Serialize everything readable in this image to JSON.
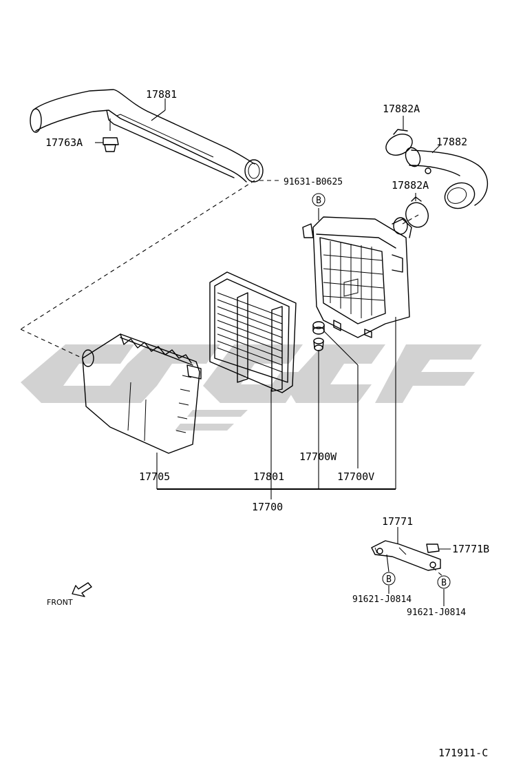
{
  "parts": {
    "intake_hose": "17881",
    "grommet": "17763A",
    "bolt_spec": "91631-B0625",
    "clamp_upper": "17882A",
    "outlet_hose": "17882",
    "clamp_lower": "17882A",
    "cap_sub": "17705",
    "filter_element": "17801",
    "grommet_w": "17700W",
    "grommet_v": "17700V",
    "cleaner_assy": "17700",
    "bracket": "17771",
    "bracket_nut": "17771B",
    "bolt_left": "91621-J0814",
    "bolt_right": "91621-J0814"
  },
  "callouts": {
    "b1": "B",
    "b2": "B",
    "b3": "B"
  },
  "front_label": "FRONT",
  "diagram_id": "171911-C",
  "colors": {
    "lines": "#000000",
    "watermark": "#d2d2d2"
  }
}
